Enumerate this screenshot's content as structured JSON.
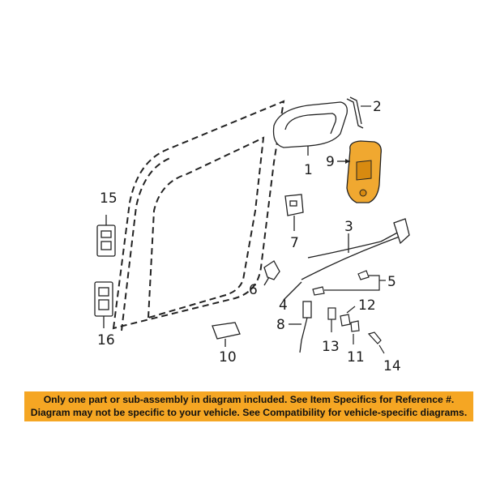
{
  "callouts": {
    "c1": "1",
    "c2": "2",
    "c3": "3",
    "c4": "4",
    "c5": "5",
    "c6": "6",
    "c7": "7",
    "c8": "8",
    "c9": "9",
    "c10": "10",
    "c11": "11",
    "c12": "12",
    "c13": "13",
    "c14": "14",
    "c15": "15",
    "c16": "16"
  },
  "banner": {
    "line1": "Only one part or sub-assembly in diagram included. See Item Specifics for Reference #.",
    "line2": "Diagram may not be specific to your vehicle. See Compatibility for vehicle-specific diagrams."
  },
  "colors": {
    "highlight_part": "#f0a830",
    "banner_bg": "#f5a623",
    "line": "#222222"
  }
}
